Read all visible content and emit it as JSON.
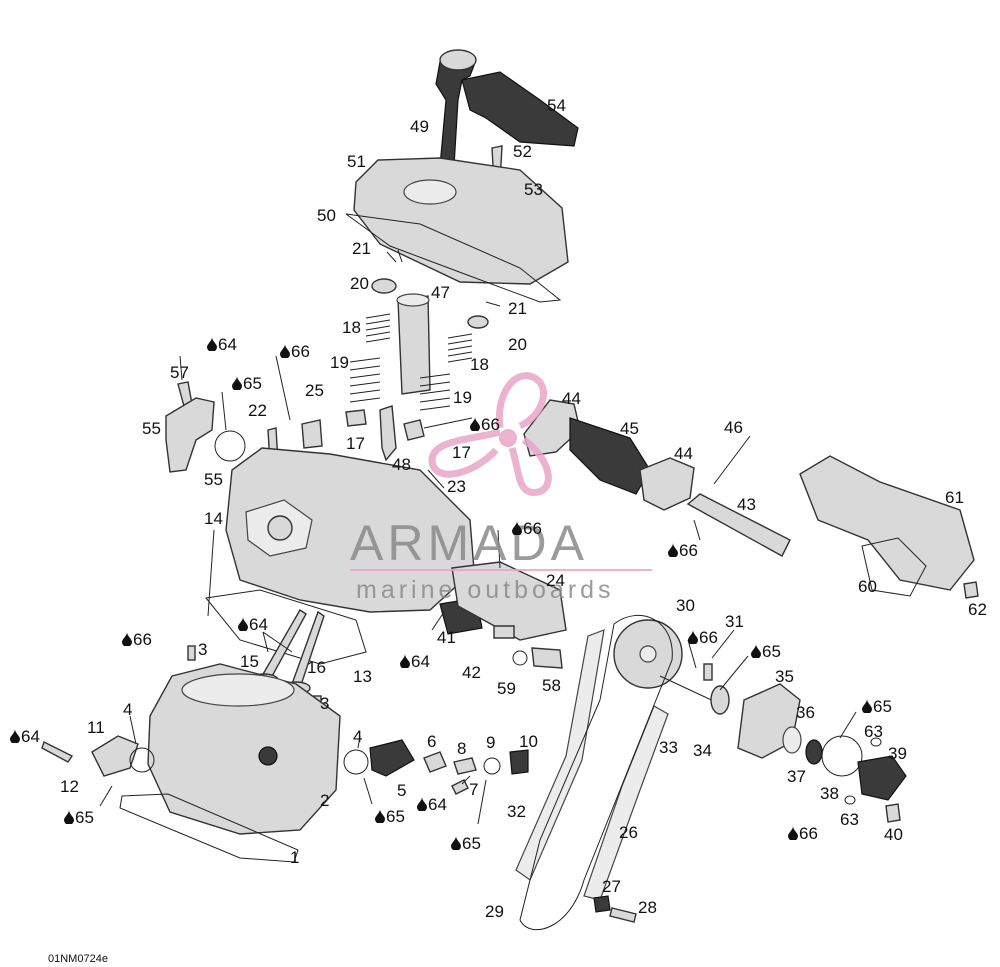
{
  "diagram": {
    "figure_code": "01NM0724e",
    "watermark": {
      "brand": "ARMADA",
      "tagline": "marine outboards",
      "color": "#e8a6c8"
    },
    "callouts": [
      {
        "n": "54",
        "drop": false
      },
      {
        "n": "49",
        "drop": false
      },
      {
        "n": "52",
        "drop": false
      },
      {
        "n": "51",
        "drop": false
      },
      {
        "n": "53",
        "drop": false
      },
      {
        "n": "50",
        "drop": false
      },
      {
        "n": "21",
        "drop": false
      },
      {
        "n": "20",
        "drop": false
      },
      {
        "n": "47",
        "drop": false
      },
      {
        "n": "21",
        "drop": false
      },
      {
        "n": "18",
        "drop": false
      },
      {
        "n": "20",
        "drop": false
      },
      {
        "n": "64",
        "drop": true
      },
      {
        "n": "66",
        "drop": true
      },
      {
        "n": "19",
        "drop": false
      },
      {
        "n": "18",
        "drop": false
      },
      {
        "n": "57",
        "drop": false
      },
      {
        "n": "65",
        "drop": true
      },
      {
        "n": "25",
        "drop": false
      },
      {
        "n": "19",
        "drop": false
      },
      {
        "n": "44",
        "drop": false
      },
      {
        "n": "22",
        "drop": false
      },
      {
        "n": "66",
        "drop": true
      },
      {
        "n": "55",
        "drop": false
      },
      {
        "n": "17",
        "drop": false
      },
      {
        "n": "17",
        "drop": false
      },
      {
        "n": "45",
        "drop": false
      },
      {
        "n": "46",
        "drop": false
      },
      {
        "n": "48",
        "drop": false
      },
      {
        "n": "44",
        "drop": false
      },
      {
        "n": "55",
        "drop": false
      },
      {
        "n": "23",
        "drop": false
      },
      {
        "n": "61",
        "drop": false
      },
      {
        "n": "43",
        "drop": false
      },
      {
        "n": "14",
        "drop": false
      },
      {
        "n": "66",
        "drop": true
      },
      {
        "n": "66",
        "drop": true
      },
      {
        "n": "24",
        "drop": false
      },
      {
        "n": "60",
        "drop": false
      },
      {
        "n": "62",
        "drop": false
      },
      {
        "n": "30",
        "drop": false
      },
      {
        "n": "31",
        "drop": false
      },
      {
        "n": "66",
        "drop": true
      },
      {
        "n": "41",
        "drop": false
      },
      {
        "n": "64",
        "drop": true
      },
      {
        "n": "66",
        "drop": true
      },
      {
        "n": "3",
        "drop": false
      },
      {
        "n": "15",
        "drop": false
      },
      {
        "n": "16",
        "drop": false
      },
      {
        "n": "65",
        "drop": true
      },
      {
        "n": "64",
        "drop": true
      },
      {
        "n": "13",
        "drop": false
      },
      {
        "n": "42",
        "drop": false
      },
      {
        "n": "59",
        "drop": false
      },
      {
        "n": "58",
        "drop": false
      },
      {
        "n": "35",
        "drop": false
      },
      {
        "n": "3",
        "drop": false
      },
      {
        "n": "36",
        "drop": false
      },
      {
        "n": "65",
        "drop": true
      },
      {
        "n": "4",
        "drop": false
      },
      {
        "n": "11",
        "drop": false
      },
      {
        "n": "33",
        "drop": false
      },
      {
        "n": "34",
        "drop": false
      },
      {
        "n": "63",
        "drop": false
      },
      {
        "n": "64",
        "drop": true
      },
      {
        "n": "4",
        "drop": false
      },
      {
        "n": "6",
        "drop": false
      },
      {
        "n": "8",
        "drop": false
      },
      {
        "n": "9",
        "drop": false
      },
      {
        "n": "10",
        "drop": false
      },
      {
        "n": "39",
        "drop": false
      },
      {
        "n": "37",
        "drop": false
      },
      {
        "n": "12",
        "drop": false
      },
      {
        "n": "5",
        "drop": false
      },
      {
        "n": "2",
        "drop": false
      },
      {
        "n": "38",
        "drop": false
      },
      {
        "n": "7",
        "drop": false
      },
      {
        "n": "64",
        "drop": true
      },
      {
        "n": "32",
        "drop": false
      },
      {
        "n": "65",
        "drop": true
      },
      {
        "n": "65",
        "drop": true
      },
      {
        "n": "63",
        "drop": false
      },
      {
        "n": "26",
        "drop": false
      },
      {
        "n": "66",
        "drop": true
      },
      {
        "n": "40",
        "drop": false
      },
      {
        "n": "65",
        "drop": true
      },
      {
        "n": "1",
        "drop": false
      },
      {
        "n": "27",
        "drop": false
      },
      {
        "n": "28",
        "drop": false
      },
      {
        "n": "29",
        "drop": false
      }
    ]
  }
}
